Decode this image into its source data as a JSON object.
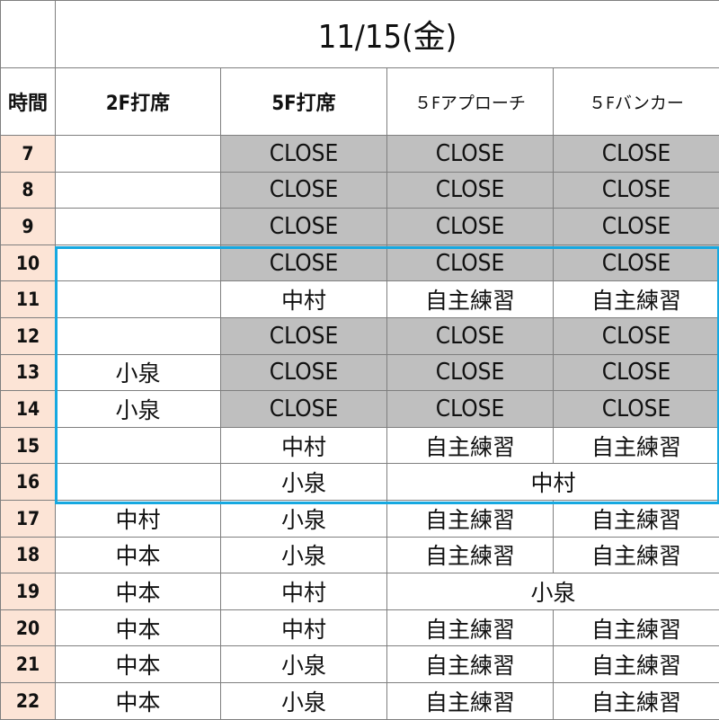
{
  "date": "11/15(金)",
  "headers": {
    "time": "時間",
    "col_2f": "2F打席",
    "col_5f": "5F打席",
    "col_approach": "５Fアプローチ",
    "col_bunker": "５Fバンカー"
  },
  "closed_fill": "#bfbfbf",
  "hour_fill": "#fce4d6",
  "highlight_color": "#16a8e0",
  "rows": [
    {
      "hour": "7",
      "c1": "",
      "c2": "CLOSE",
      "c3": "CLOSE",
      "c4": "CLOSE",
      "closed": true
    },
    {
      "hour": "8",
      "c1": "",
      "c2": "CLOSE",
      "c3": "CLOSE",
      "c4": "CLOSE",
      "closed": true
    },
    {
      "hour": "9",
      "c1": "",
      "c2": "CLOSE",
      "c3": "CLOSE",
      "c4": "CLOSE",
      "closed": true
    },
    {
      "hour": "10",
      "c1": "",
      "c2": "CLOSE",
      "c3": "CLOSE",
      "c4": "CLOSE",
      "closed": true
    },
    {
      "hour": "11",
      "c1": "",
      "c2": "中村",
      "c3": "自主練習",
      "c4": "自主練習"
    },
    {
      "hour": "12",
      "c1": "",
      "c2": "CLOSE",
      "c3": "CLOSE",
      "c4": "CLOSE",
      "closed": true
    },
    {
      "hour": "13",
      "c1": "小泉",
      "c2": "CLOSE",
      "c3": "CLOSE",
      "c4": "CLOSE",
      "closed": true
    },
    {
      "hour": "14",
      "c1": "小泉",
      "c2": "CLOSE",
      "c3": "CLOSE",
      "c4": "CLOSE",
      "closed": true
    },
    {
      "hour": "15",
      "c1": "",
      "c2": "中村",
      "c3": "自主練習",
      "c4": "自主練習"
    },
    {
      "hour": "16",
      "c1": "",
      "c2": "小泉",
      "merged": "中村"
    },
    {
      "hour": "17",
      "c1": "中村",
      "c2": "小泉",
      "c3": "自主練習",
      "c4": "自主練習"
    },
    {
      "hour": "18",
      "c1": "中本",
      "c2": "小泉",
      "c3": "自主練習",
      "c4": "自主練習"
    },
    {
      "hour": "19",
      "c1": "中本",
      "c2": "中村",
      "merged": "小泉"
    },
    {
      "hour": "20",
      "c1": "中本",
      "c2": "中村",
      "c3": "自主練習",
      "c4": "自主練習"
    },
    {
      "hour": "21",
      "c1": "中本",
      "c2": "小泉",
      "c3": "自主練習",
      "c4": "自主練習"
    },
    {
      "hour": "22",
      "c1": "中本",
      "c2": "小泉",
      "c3": "自主練習",
      "c4": "自主練習"
    }
  ]
}
